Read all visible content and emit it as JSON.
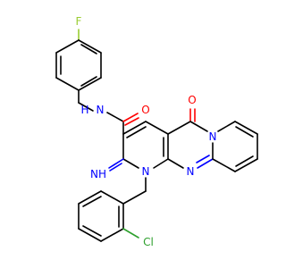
{
  "atoms": {
    "fluorine": "F",
    "amide_nitrogen": "N",
    "amide_hydrogen": "H",
    "amide_oxygen": "O",
    "ketone_oxygen": "O",
    "imine_label": "NH",
    "ring_nitrogen_1": "N",
    "ring_nitrogen_2": "N",
    "ring_nitrogen_3": "N",
    "chlorine": "Cl"
  },
  "colors": {
    "carbon_bond": "#000000",
    "nitrogen": "#0000ff",
    "oxygen": "#ff0000",
    "fluorine": "#9acd32",
    "chlorine": "#2ea02e",
    "background": "#ffffff"
  }
}
